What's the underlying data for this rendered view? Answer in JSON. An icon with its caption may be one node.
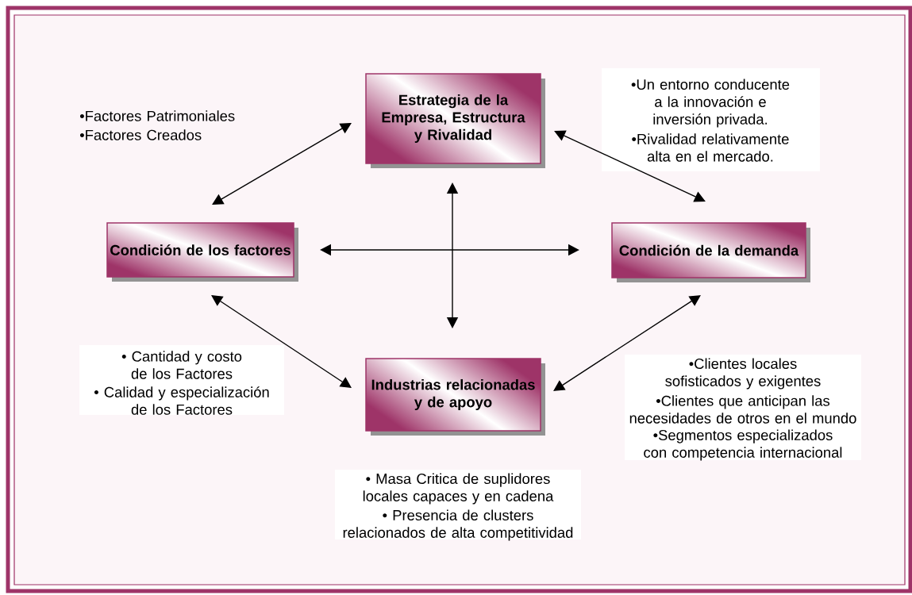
{
  "diagram": {
    "nodes": [
      {
        "text": [
          "Estrategia de la Empresa, Estructura y Rivalidad"
        ]
      },
      {
        "text": [
          "Condición de los factores"
        ]
      },
      {
        "text": [
          "Condición de la demanda"
        ]
      },
      {
        "text": [
          "Industrias relacionadas y de apoyo"
        ]
      }
    ],
    "edges": [
      {
        "from": 1,
        "to": 0,
        "arrow": "both"
      },
      {
        "from": 0,
        "to": 2,
        "arrow": "both"
      },
      {
        "from": 1,
        "to": 3,
        "arrow": "both"
      },
      {
        "from": 3,
        "to": 2,
        "arrow": "both"
      },
      {
        "from": 1,
        "to": 2,
        "arrow": "both"
      },
      {
        "from": 0,
        "to": 3,
        "arrow": "both"
      }
    ],
    "labels": [
      "•Factores Patrimoniales",
      "•Factores Creados",
      "•Un entorno conducente a la innovación e inversión privada.",
      "•Rivalidad relativamente alta en el mercado.",
      "• Cantidad y costo de los Factores",
      "• Calidad y especialización de los Factores",
      "•Clientes locales sofisticados y exigentes",
      "•Clientes que anticipan las necesidades de otros en el mundo",
      "•Segmentos especializados con competencia internacional",
      "• Masa Critica de suplidores locales capaces y en cadena",
      "• Presencia de clusters relacionados de alta competitividad"
    ]
  }
}
